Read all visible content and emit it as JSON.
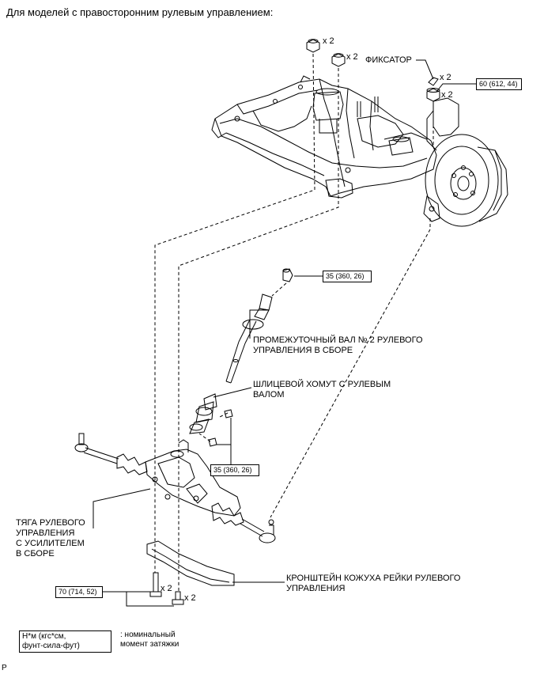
{
  "title": "Для моделей с правосторонним рулевым управлением:",
  "quantities": {
    "nut_top_1": "x 2",
    "nut_top_2": "x 2",
    "retainer": "x 2",
    "knuckle_nut": "x 2",
    "bolt_1": "x 2",
    "bolt_2": "x 2"
  },
  "labels": {
    "retainer": "ФИКСАТОР",
    "intermediate_shaft": [
      "ПРОМЕЖУТОЧНЫЙ ВАЛ № 2 РУЛЕВОГО",
      "УПРАВЛЕНИЯ В СБОРЕ"
    ],
    "spline_yoke": [
      "ШЛИЦЕВОЙ ХОМУТ С РУЛЕВЫМ",
      "ВАЛОМ"
    ],
    "tie_rod": [
      "ТЯГА РУЛЕВОГО",
      "УПРАВЛЕНИЯ",
      "С УСИЛИТЕЛЕМ",
      "В СБОРЕ"
    ],
    "rack_bracket": [
      "КРОНШТЕЙН КОЖУХА РЕЙКИ РУЛЕВОГО",
      "УПРАВЛЕНИЯ"
    ]
  },
  "torques": {
    "knuckle_nut": "60 (612, 44)",
    "shaft_bolt": "35 (360, 26)",
    "yoke_bolts": "35 (360, 26)",
    "bracket_bolts": "70 (714, 52)"
  },
  "legend": {
    "box": [
      "Н*м (кгс*см,",
      "фунт-сила-фут)"
    ],
    "text": [
      ": номинальный",
      "момент затяжки"
    ]
  },
  "corner_mark": "P"
}
